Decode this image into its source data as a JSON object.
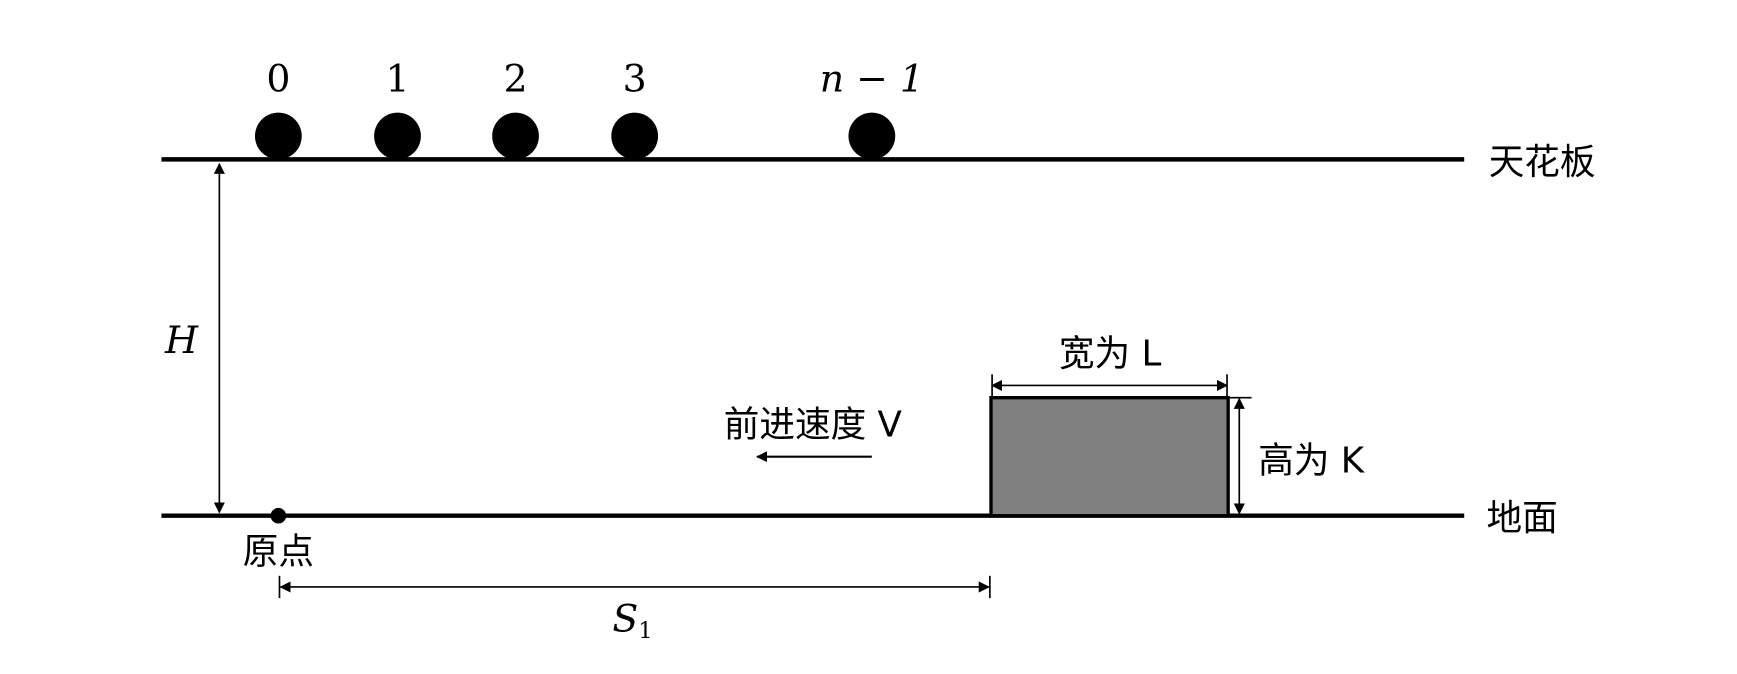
{
  "ball_labels": [
    "0",
    "1",
    "2",
    "3",
    "n − 1"
  ],
  "ceiling_label": "天花板",
  "ground_label": "地面",
  "height_label": "H",
  "origin_label": "原点",
  "distance_label": "S",
  "distance_subscript": "1",
  "box_width_label": "宽为 L",
  "box_height_label": "高为 K",
  "speed_label": "前进速度 V",
  "colors": {
    "box_fill": "#808080",
    "line": "#000000"
  }
}
